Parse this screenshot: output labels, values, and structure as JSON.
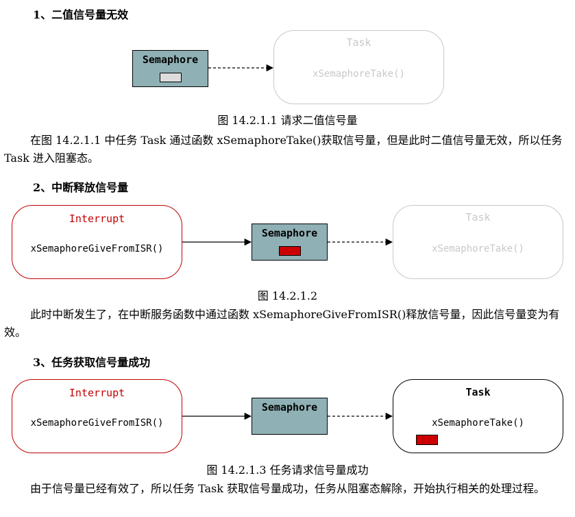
{
  "section1": {
    "heading": "1、二值信号量无效",
    "semaphore_label": "Semaphore",
    "task_title": "Task",
    "task_fn": "xSemaphoreTake()",
    "caption": "图 14.2.1.1  请求二值信号量",
    "paragraph": "在图 14.2.1.1 中任务 Task 通过函数 xSemaphoreTake()获取信号量，但是此时二值信号量无效，所以任务 Task 进入阻塞态。"
  },
  "section2": {
    "heading": "2、中断释放信号量",
    "interrupt_title": "Interrupt",
    "interrupt_fn": "xSemaphoreGiveFromISR()",
    "semaphore_label": "Semaphore",
    "task_title": "Task",
    "task_fn": "xSemaphoreTake()",
    "caption": "图 14.2.1.2",
    "paragraph": "此时中断发生了，在中断服务函数中通过函数 xSemaphoreGiveFromISR()释放信号量，因此信号量变为有效。"
  },
  "section3": {
    "heading": "3、任务获取信号量成功",
    "interrupt_title": "Interrupt",
    "interrupt_fn": "xSemaphoreGiveFromISR()",
    "semaphore_label": "Semaphore",
    "task_title": "Task",
    "task_fn": "xSemaphoreTake()",
    "caption": "图 14.2.1.3  任务请求信号量成功",
    "paragraph": "由于信号量已经有效了，所以任务 Task 获取信号量成功，任务从阻塞态解除，开始执行相关的处理过程。"
  },
  "colors": {
    "semaphore_fill": "#8fb0b5",
    "token_invalid": "#dcdcdc",
    "token_valid": "#cc0000",
    "interrupt_red": "#c00000",
    "faded_gray": "#c8c8c8"
  }
}
